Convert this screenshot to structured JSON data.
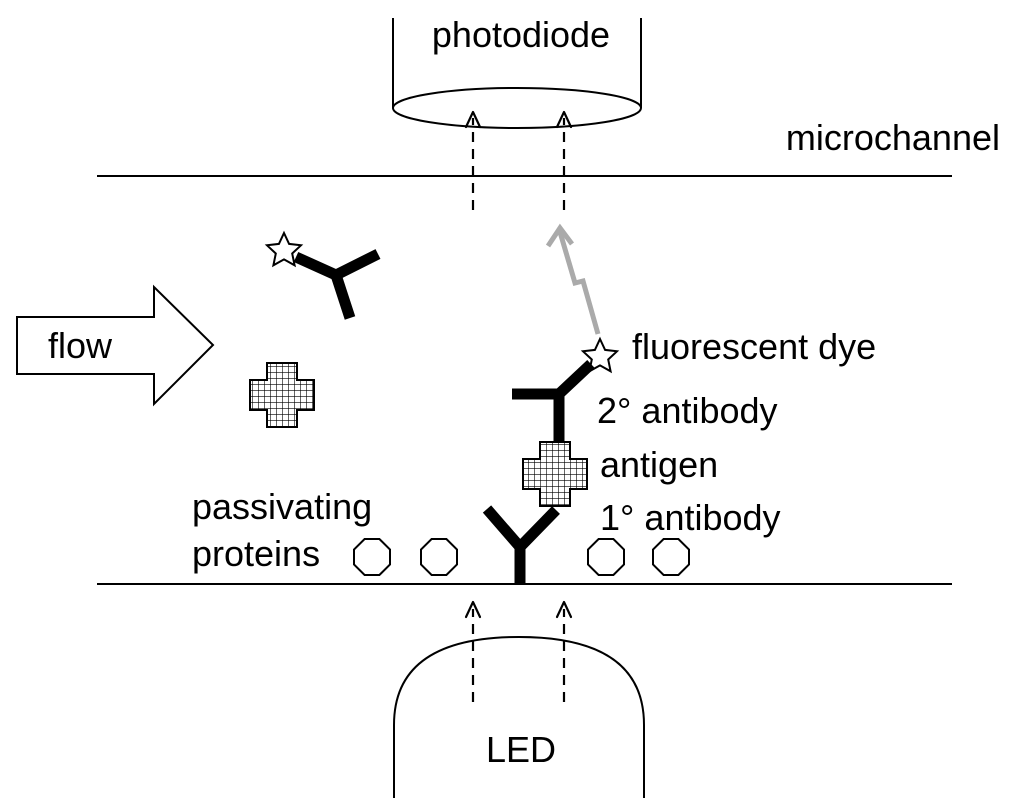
{
  "labels": {
    "photodiode": "photodiode",
    "microchannel": "microchannel",
    "flow": "flow",
    "fluorescent_dye": "fluorescent dye",
    "secondary_antibody": "2° antibody",
    "antigen": "antigen",
    "primary_antibody": "1° antibody",
    "passivating_line1": "passivating",
    "passivating_line2": "proteins",
    "led": "LED"
  },
  "colors": {
    "line": "#000000",
    "emission": "#aaaaaa",
    "background": "#ffffff"
  },
  "icons": {
    "dye": "star-icon",
    "antigen": "grid-cross-icon",
    "passivating": "octagon-icon"
  }
}
